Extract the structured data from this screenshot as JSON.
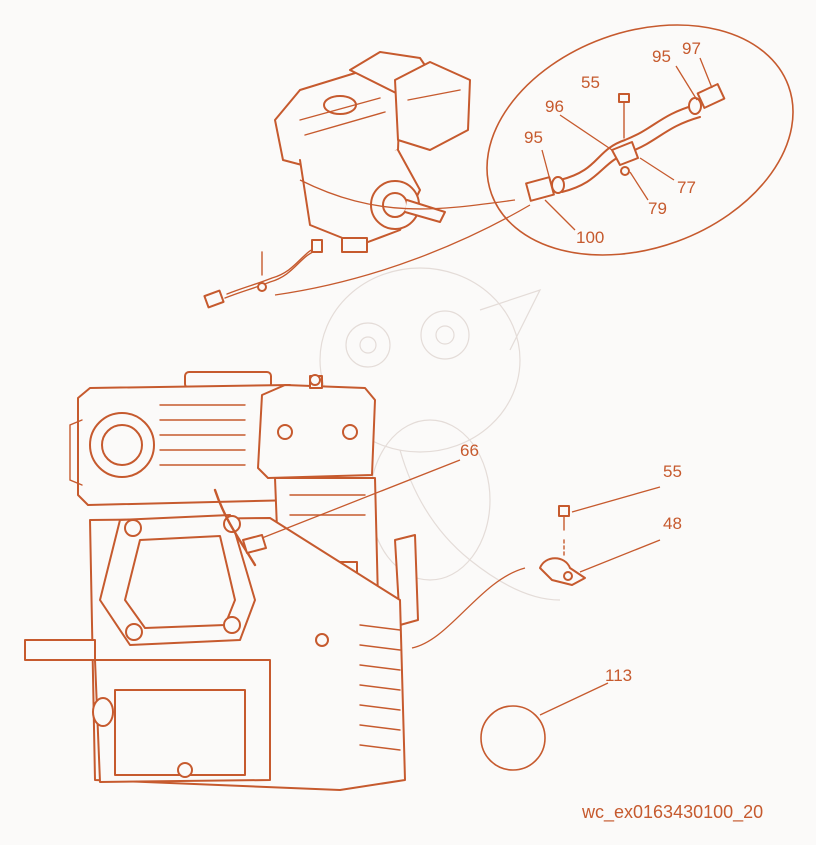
{
  "diagram": {
    "callouts": [
      "97",
      "95",
      "55",
      "96",
      "95",
      "77",
      "79",
      "100",
      "66",
      "55",
      "48",
      "113"
    ],
    "document_code": "wc_ex0163430100_20"
  },
  "colors": {
    "ink": "#c65a2e",
    "background": "#fbfaf9",
    "watermark": "#e4dcd8"
  },
  "icons": [
    "engine-overview-drawing",
    "fuel-line-detail-view",
    "engine-assembly-drawing",
    "clamp-bracket",
    "bolt",
    "round-label-plate"
  ]
}
